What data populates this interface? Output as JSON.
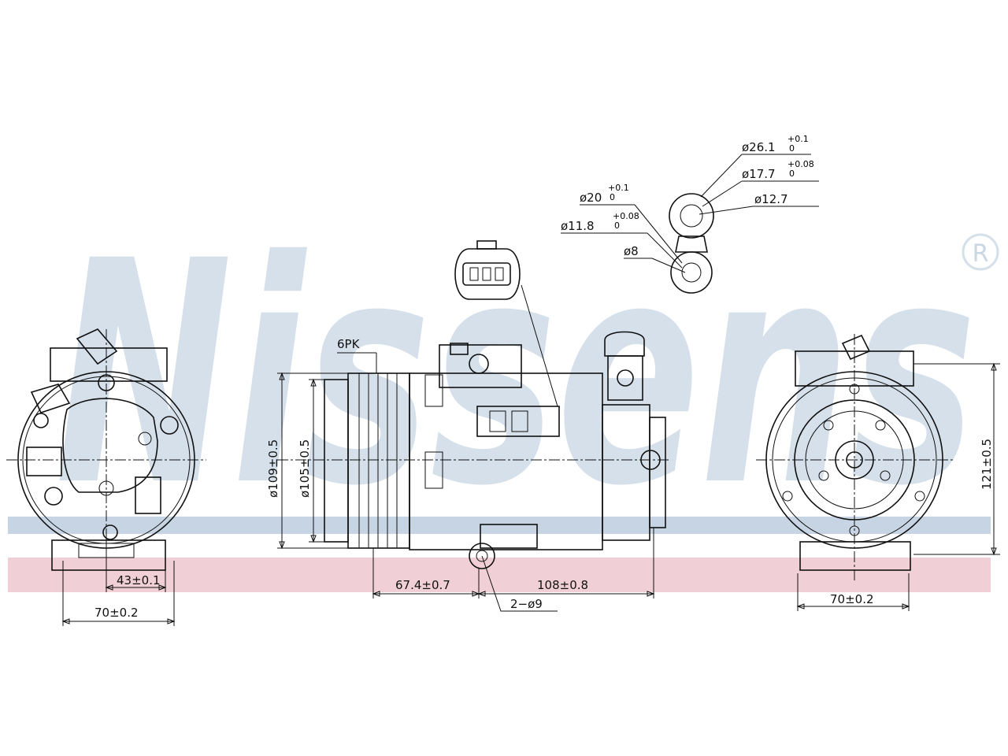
{
  "watermark": {
    "brand": "Nissens",
    "registered": "®",
    "color": "#d5e0eb",
    "band_blue": "#c6d4e3",
    "band_pink": "#f0d0d6"
  },
  "connector_views": {
    "large_port": [
      "ø26.1",
      "+0.1",
      "0",
      "ø17.7",
      "+0.08",
      "0",
      "ø12.7"
    ],
    "small_port": [
      "ø20",
      "+0.1",
      "0",
      "ø11.8",
      "+0.08",
      "0",
      "ø8"
    ]
  },
  "left_view": {
    "dim_bolt": "43±0.1",
    "dim_width": "70±0.2"
  },
  "side_view": {
    "pulley": "6PK",
    "dia_109": "ø109±0.5",
    "dia_105": "ø105±0.5",
    "len_67": "67.4±0.7",
    "len_108": "108±0.8",
    "holes": "2−ø9"
  },
  "right_view": {
    "height": "121±0.5",
    "width": "70±0.2"
  }
}
